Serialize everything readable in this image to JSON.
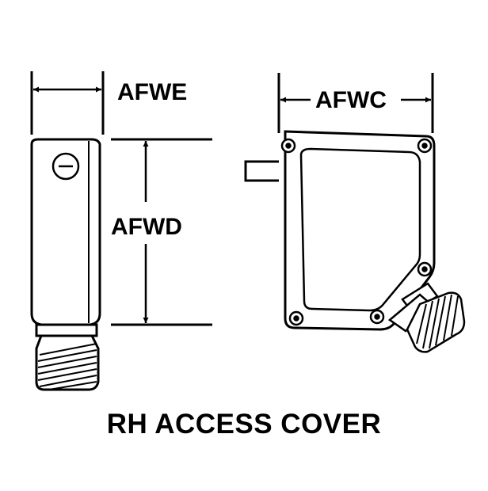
{
  "labels": {
    "width_side": "AFWE",
    "height_side": "AFWD",
    "width_front": "AFWC"
  },
  "title": "RH ACCESS COVER",
  "colors": {
    "ink": "#000000",
    "paper": "#ffffff"
  }
}
